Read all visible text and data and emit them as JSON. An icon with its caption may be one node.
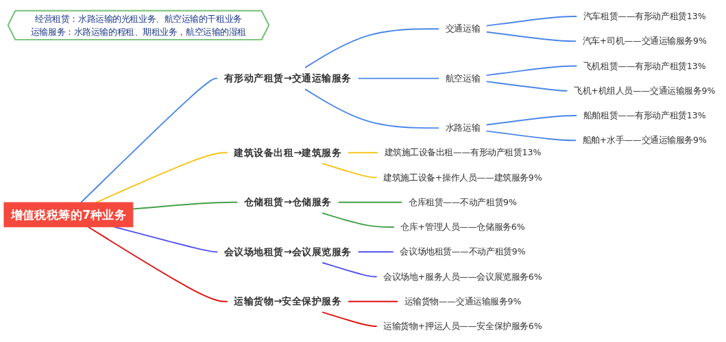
{
  "diagram": {
    "nodes": [
      {
        "text": [
          "增值税税筹的7种业务"
        ]
      },
      {
        "text": [
          "有形动产租赁→交通运输服务"
        ]
      },
      {
        "text": [
          "交通运输"
        ]
      },
      {
        "text": [
          "汽车租赁——有形动产租赁13%"
        ]
      },
      {
        "text": [
          "汽车+司机——交通运输服务9%"
        ]
      },
      {
        "text": [
          "航空运输"
        ]
      },
      {
        "text": [
          "飞机租赁——有形动产租赁13%"
        ]
      },
      {
        "text": [
          "飞机+机组人员——交通运输服务9%"
        ]
      },
      {
        "text": [
          "水路运输"
        ]
      },
      {
        "text": [
          "船舶租赁——有形动产租赁13%"
        ]
      },
      {
        "text": [
          "船舶+水手——交通运输服务9%"
        ]
      },
      {
        "text": [
          "建筑设备出租→建筑服务"
        ]
      },
      {
        "text": [
          "建筑施工设备出租——有形动产租赁13%"
        ]
      },
      {
        "text": [
          "建筑施工设备+操作人员——建筑服务9%"
        ]
      },
      {
        "text": [
          "仓储租赁→仓储服务"
        ]
      },
      {
        "text": [
          "仓库租赁——不动产租赁9%"
        ]
      },
      {
        "text": [
          "仓库+管理人员——仓储服务6%"
        ]
      },
      {
        "text": [
          "会议场地租赁→会议展览服务"
        ]
      },
      {
        "text": [
          "会议场地租赁——不动产租赁9%"
        ]
      },
      {
        "text": [
          "会议场地+服务人员——会议展览服务6%"
        ]
      },
      {
        "text": [
          "运输货物→安全保护服务"
        ]
      },
      {
        "text": [
          "运输货物——交通运输服务9%"
        ]
      },
      {
        "text": [
          "运输货物+押运人员——安全保护服务6%"
        ]
      },
      {
        "text": [
          "经营租赁：水路运输的光租业务、航空运输的干租业务",
          "运输服务：水路运输的程租、期租业务，航空运输的湿租"
        ]
      }
    ],
    "edges": [
      {
        "from": 0,
        "to": 1,
        "arrow": "none"
      },
      {
        "from": 1,
        "to": 2,
        "arrow": "none"
      },
      {
        "from": 2,
        "to": 3,
        "arrow": "none"
      },
      {
        "from": 2,
        "to": 4,
        "arrow": "none"
      },
      {
        "from": 1,
        "to": 5,
        "arrow": "none"
      },
      {
        "from": 5,
        "to": 6,
        "arrow": "none"
      },
      {
        "from": 5,
        "to": 7,
        "arrow": "none"
      },
      {
        "from": 1,
        "to": 8,
        "arrow": "none"
      },
      {
        "from": 8,
        "to": 9,
        "arrow": "none"
      },
      {
        "from": 8,
        "to": 10,
        "arrow": "none"
      },
      {
        "from": 0,
        "to": 11,
        "arrow": "none",
        "color": "#f5c518"
      },
      {
        "from": 11,
        "to": 12,
        "arrow": "none",
        "color": "#f5c518"
      },
      {
        "from": 11,
        "to": 13,
        "arrow": "none",
        "color": "#f5c518"
      },
      {
        "from": 0,
        "to": 14,
        "arrow": "none",
        "color": "#43a047"
      },
      {
        "from": 14,
        "to": 15,
        "arrow": "none",
        "color": "#43a047"
      },
      {
        "from": 14,
        "to": 16,
        "arrow": "none",
        "color": "#43a047"
      },
      {
        "from": 0,
        "to": 17,
        "arrow": "none",
        "color": "#5050f0"
      },
      {
        "from": 17,
        "to": 18,
        "arrow": "none",
        "color": "#5050f0"
      },
      {
        "from": 17,
        "to": 19,
        "arrow": "none",
        "color": "#5050f0"
      },
      {
        "from": 0,
        "to": 20,
        "arrow": "none",
        "color": "#e01010"
      },
      {
        "from": 20,
        "to": 21,
        "arrow": "none",
        "color": "#e01010"
      },
      {
        "from": 20,
        "to": 22,
        "arrow": "none",
        "color": "#e01010"
      }
    ]
  }
}
